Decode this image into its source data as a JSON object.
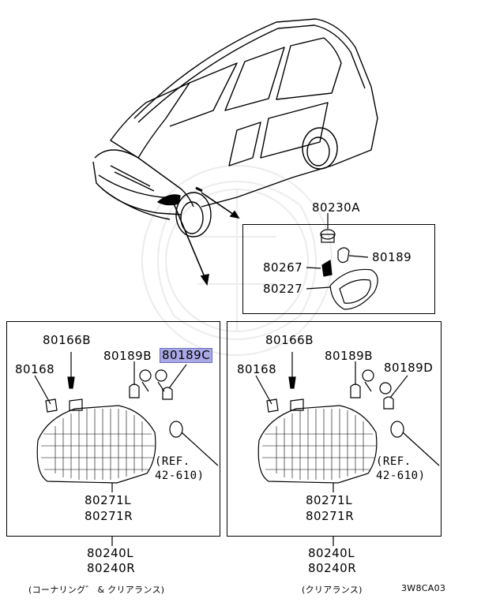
{
  "top_box": {
    "parts": [
      "80230A",
      "80189",
      "80267",
      "80227"
    ]
  },
  "left_box": {
    "parts": [
      "80166B",
      "80189B",
      "80189C",
      "80168"
    ],
    "ref_line1": "(REF.",
    "ref_line2": "42-610)",
    "lamp_l": "80271L",
    "lamp_r": "80271R"
  },
  "right_box": {
    "parts": [
      "80166B",
      "80189B",
      "80189D",
      "80168"
    ],
    "ref_line1": "(REF.",
    "ref_line2": "42-610)",
    "lamp_l": "80271L",
    "lamp_r": "80271R"
  },
  "bottom": {
    "left_assembly_l": "80240L",
    "left_assembly_r": "80240R",
    "left_caption": "(コーナリング゛ & クリアランス)",
    "right_assembly_l": "80240L",
    "right_assembly_r": "80240R",
    "right_caption": "(クリアランス)",
    "diagram_code": "3W8CA03"
  },
  "highlight_color": "#a9a9e6"
}
